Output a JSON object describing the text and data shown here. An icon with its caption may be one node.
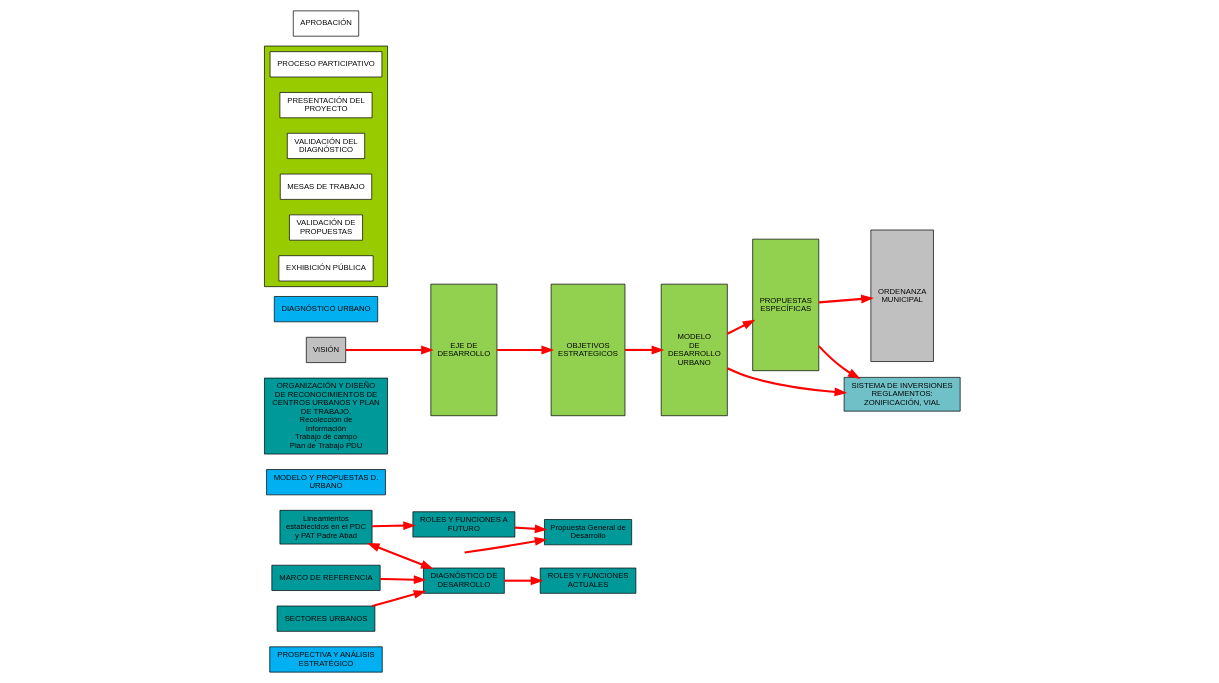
{
  "diagram": {
    "nodes": [
      {
        "text": [
          "PROSPECTIVA Y ANÁLISIS ESTRATÉGICO"
        ]
      },
      {
        "text": [
          "Lineamientos establecidos en el PDC y PAT Padre Abad"
        ]
      },
      {
        "text": [
          "ROLES Y FUNCIONES A FUTURO"
        ]
      },
      {
        "text": [
          "MODELO Y PROPUESTAS D. URBANO"
        ]
      },
      {
        "text": [
          "ORGANIZACIÓN Y DISEÑO DE RECONOCIMIENTOS DE CENTROS URBANOS Y PLAN DE TRABAJO.",
          "Recolección de Información",
          "Trabajo de campo",
          "Plan de Trabajo PDU"
        ]
      },
      {
        "text": [
          "Propuesta General de Desarrollo"
        ]
      },
      {
        "text": [
          "VISIÓN"
        ]
      },
      {
        "text": [
          "EJE DE DESARROLLO"
        ]
      },
      {
        "text": [
          "OBJETIVOS ESTRATEGICOS"
        ]
      },
      {
        "text": [
          "MODELO DE DESARROLLO URBANO"
        ]
      },
      {
        "text": [
          "PROPUESTAS ESPECÍFICAS"
        ]
      },
      {
        "text": [
          "ORDENANZA MUNICIPAL"
        ]
      },
      {
        "text": [
          "DIAGNÓSTICO DE DESARROLLO"
        ]
      },
      {
        "text": [
          "ROLES Y FUNCIONES ACTUALES"
        ]
      },
      {
        "text": [
          "MARCO DE REFERENCIA"
        ]
      },
      {
        "text": [
          "SECTORES URBANOS"
        ]
      },
      {
        "text": [
          "SISTEMA DE INVERSIONES REGLAMENTOS: ZONIFICACIÓN, VIAL"
        ]
      },
      {
        "text": [
          "DIAGNÓSTICO URBANO"
        ]
      },
      {
        "text": [],
        "shape": "bar"
      },
      {
        "text": [
          "PROCESO PARTICIPATIVO"
        ],
        "in": 18
      },
      {
        "text": [
          "PRESENTACIÓN DEL PROYECTO"
        ],
        "in": 18
      },
      {
        "text": [
          "VALIDACIÓN DEL DIAGNÓSTICO"
        ],
        "in": 18
      },
      {
        "text": [
          "MESAS DE TRABAJO"
        ],
        "in": 18
      },
      {
        "text": [
          "VALIDACIÓN DE PROPUESTAS"
        ],
        "in": 18
      },
      {
        "text": [
          "EXHIBICIÓN PÚBLICA"
        ],
        "in": 18
      },
      {
        "text": [
          "APROBACIÓN"
        ]
      }
    ],
    "edges": [
      {
        "from": 1,
        "to": 2,
        "arrow": "to"
      },
      {
        "from": 2,
        "to": 5,
        "arrow": "to"
      },
      {
        "from": 1,
        "to": 12,
        "arrow": "both"
      },
      {
        "from": null,
        "to": 5,
        "arrow": "to"
      },
      {
        "from": 12,
        "to": 13,
        "arrow": "to"
      },
      {
        "from": 14,
        "to": 12,
        "arrow": "to"
      },
      {
        "from": 15,
        "to": 12,
        "arrow": "to"
      },
      {
        "from": 6,
        "to": 7,
        "arrow": "to"
      },
      {
        "from": 7,
        "to": 8,
        "arrow": "to"
      },
      {
        "from": 8,
        "to": 9,
        "arrow": "to"
      },
      {
        "from": 9,
        "to": 10,
        "arrow": "to"
      },
      {
        "from": 10,
        "to": 11,
        "arrow": "to"
      },
      {
        "from": 9,
        "to": 16,
        "arrow": "to"
      },
      {
        "from": 10,
        "to": 16,
        "arrow": "to"
      }
    ]
  }
}
